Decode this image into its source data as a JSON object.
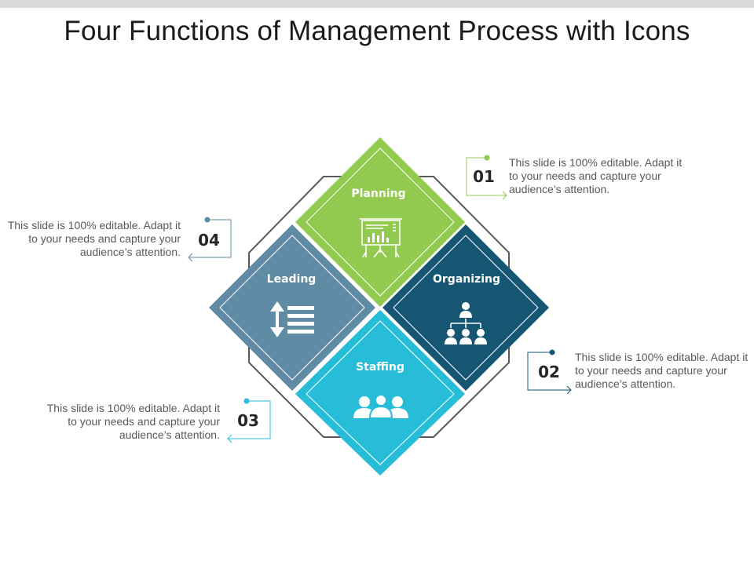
{
  "title": "Four Functions of Management Process with Icons",
  "colors": {
    "planning": "#92c94f",
    "organizing": "#175672",
    "staffing": "#27bcd8",
    "leading": "#5f8ba5",
    "outline": "#595959",
    "num_text": "#262626",
    "desc_text": "#595959"
  },
  "functions": [
    {
      "label": "Planning",
      "icon": "presentation-board-icon"
    },
    {
      "label": "Organizing",
      "icon": "org-chart-icon"
    },
    {
      "label": "Staffing",
      "icon": "team-icon"
    },
    {
      "label": "Leading",
      "icon": "list-sort-icon"
    }
  ],
  "steps": [
    {
      "number": "01",
      "text": "This slide is 100% editable. Adapt it to your needs and capture your audience’s attention."
    },
    {
      "number": "02",
      "text": "This slide is 100% editable. Adapt it to your needs and capture your audience’s attention."
    },
    {
      "number": "03",
      "text": "This slide is 100% editable. Adapt it to your needs and capture your audience’s attention."
    },
    {
      "number": "04",
      "text": "This slide is 100% editable. Adapt it to your needs and capture your audience’s attention."
    }
  ]
}
